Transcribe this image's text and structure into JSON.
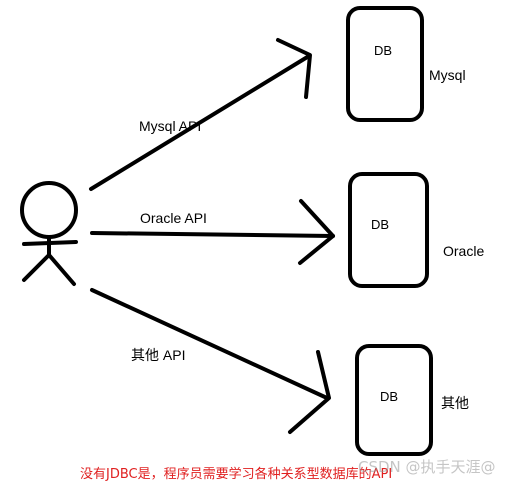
{
  "diagram": {
    "actor_name": "person-icon",
    "api_labels": {
      "mysql": "Mysql API",
      "oracle": "Oracle API",
      "other": "其他 API"
    },
    "databases": [
      {
        "box_label": "DB",
        "name": "Mysql"
      },
      {
        "box_label": "DB",
        "name": "Oracle"
      },
      {
        "box_label": "DB",
        "name": "其他"
      }
    ]
  },
  "caption": "没有JDBC是，程序员需要学习各种关系型数据库的API",
  "watermark": "CSDN @执手天涯@",
  "colors": {
    "stroke": "#000000",
    "caption": "#e02020",
    "background": "#ffffff"
  }
}
